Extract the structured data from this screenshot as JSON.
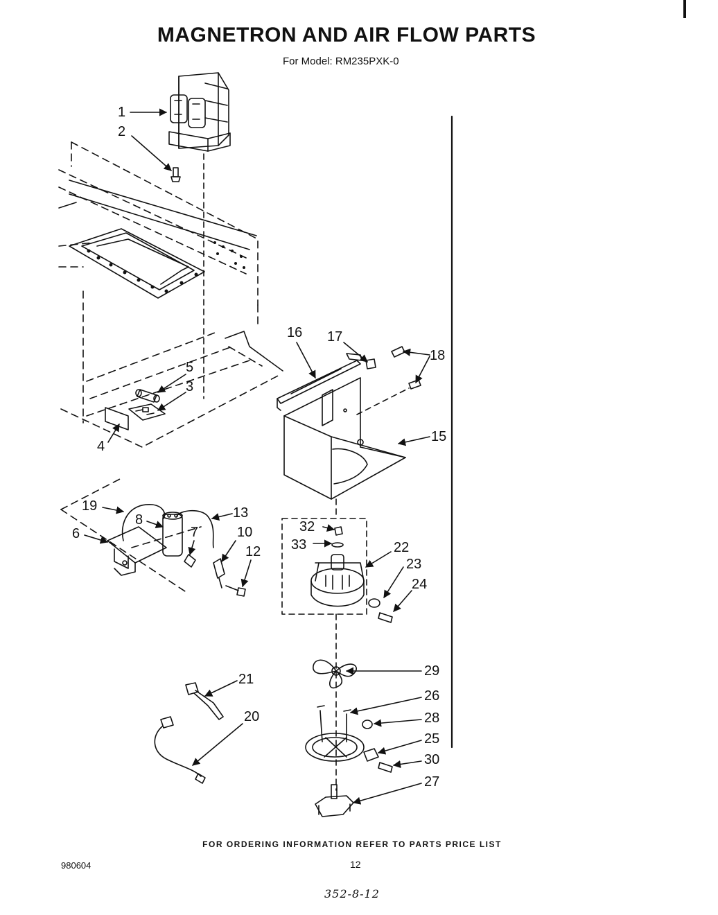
{
  "title": "MAGNETRON AND AIR FLOW PARTS",
  "subtitle": "For Model: RM235PXK-0",
  "footer_note": "FOR ORDERING INFORMATION REFER TO PARTS PRICE LIST",
  "doc_number": "980604",
  "page_number": "12",
  "handwritten_code": "352-8-12",
  "callouts": {
    "c1": "1",
    "c2": "2",
    "c3": "3",
    "c4": "4",
    "c5": "5",
    "c6": "6",
    "c7": "7",
    "c8": "8",
    "c10": "10",
    "c12": "12",
    "c13": "13",
    "c15": "15",
    "c16": "16",
    "c17": "17",
    "c18": "18",
    "c19": "19",
    "c20": "20",
    "c21": "21",
    "c22": "22",
    "c23": "23",
    "c24": "24",
    "c25": "25",
    "c26": "26",
    "c27": "27",
    "c28": "28",
    "c29": "29",
    "c30": "30",
    "c32": "32",
    "c33": "33"
  }
}
